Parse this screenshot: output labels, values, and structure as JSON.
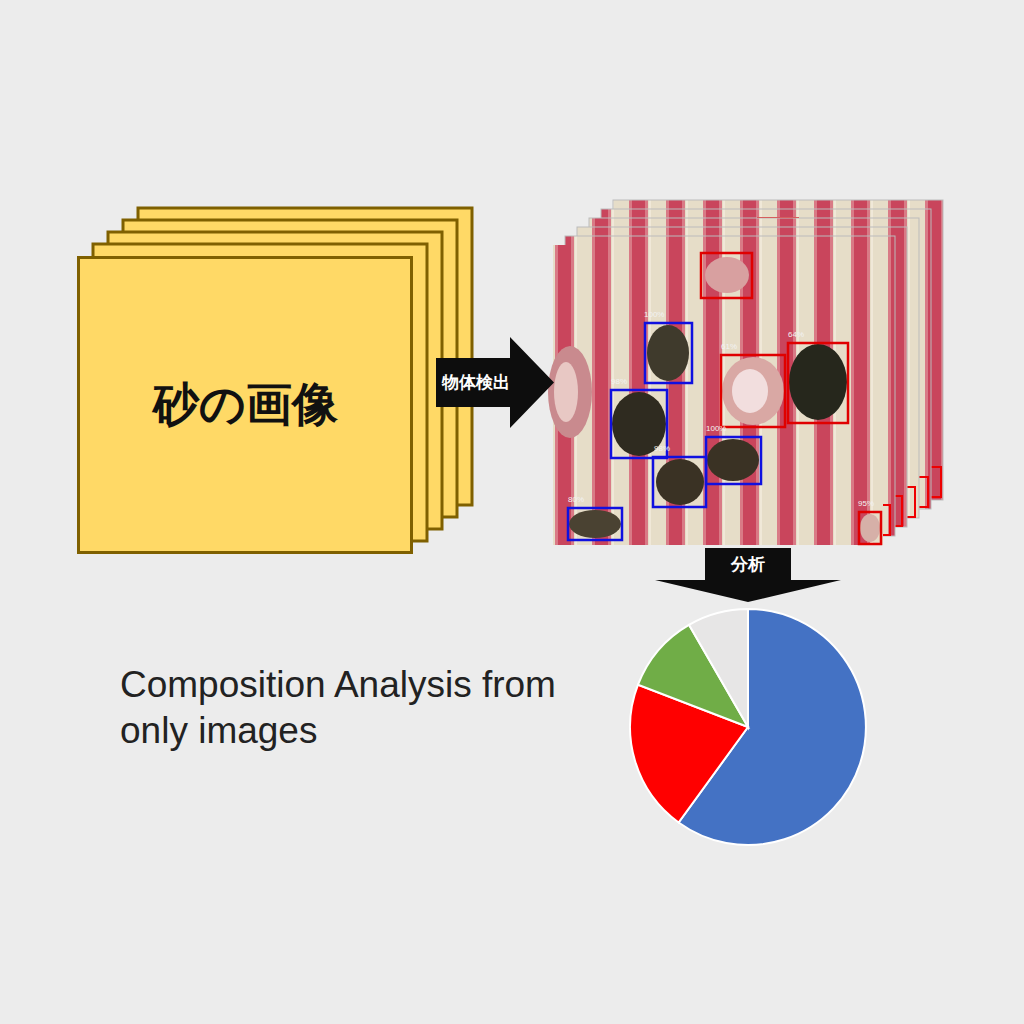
{
  "diagram": {
    "nodes": [
      {
        "text": [
          "砂の画像"
        ]
      },
      {
        "text": [
          "物体検出"
        ]
      },
      {
        "text": [
          "分析"
        ]
      }
    ],
    "labels": [
      "Composition Analysis from only images",
      "100%",
      "98%",
      "98%",
      "100%",
      "80%",
      "61%",
      "64%",
      "95%"
    ]
  }
}
